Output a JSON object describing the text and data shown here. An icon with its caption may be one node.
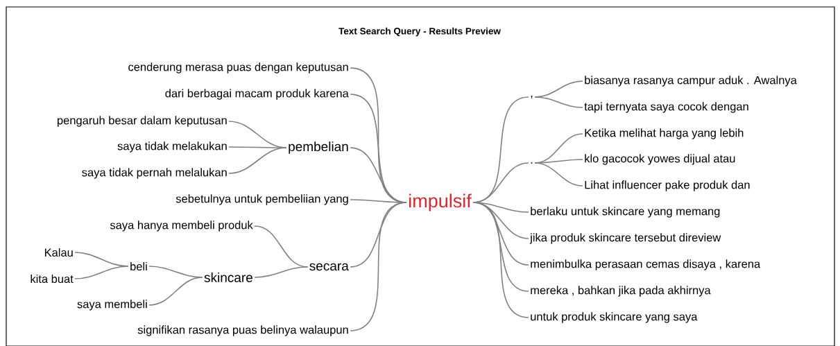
{
  "diagram": {
    "title": "Text Search Query - Results Preview",
    "nodes": [
      {
        "text": [
          "impulsif"
        ]
      },
      {
        "text": [
          "cenderung merasa puas dengan keputusan"
        ]
      },
      {
        "text": [
          "dari berbagai macam produk karena"
        ]
      },
      {
        "text": [
          "pembelian"
        ]
      },
      {
        "text": [
          "pengaruh besar dalam keputusan"
        ]
      },
      {
        "text": [
          "saya tidak melakukan"
        ]
      },
      {
        "text": [
          "saya tidak pernah melalukan"
        ]
      },
      {
        "text": [
          "sebetulnya untuk pembeliian yang"
        ]
      },
      {
        "text": [
          "secara"
        ]
      },
      {
        "text": [
          "saya hanya membeli produk"
        ]
      },
      {
        "text": [
          "skincare"
        ]
      },
      {
        "text": [
          "beli"
        ]
      },
      {
        "text": [
          "Kalau"
        ]
      },
      {
        "text": [
          "kita buat"
        ]
      },
      {
        "text": [
          "saya membeli"
        ]
      },
      {
        "text": [
          "signifikan rasanya puas belinya walaupun"
        ]
      },
      {
        "text": [
          ","
        ]
      },
      {
        "text": [
          "biasanya rasanya campur aduk . Awalnya"
        ]
      },
      {
        "text": [
          "tapi ternyata saya cocok dengan"
        ]
      },
      {
        "text": [
          "."
        ]
      },
      {
        "text": [
          "Ketika melihat harga yang lebih"
        ]
      },
      {
        "text": [
          "klo gacocok yowes dijual atau"
        ]
      },
      {
        "text": [
          "Lihat influencer pake produk dan"
        ]
      },
      {
        "text": [
          "berlaku untuk skincare yang memang"
        ]
      },
      {
        "text": [
          "jika produk skincare tersebut direview"
        ]
      },
      {
        "text": [
          "menimbulka perasaan cemas disaya , karena"
        ]
      },
      {
        "text": [
          "mereka , bahkan jika pada akhirnya"
        ]
      },
      {
        "text": [
          "untuk produk skincare yang saya"
        ]
      }
    ],
    "edges": [
      {
        "from": 0,
        "to": 1,
        "arrow": "none"
      },
      {
        "from": 0,
        "to": 2,
        "arrow": "none"
      },
      {
        "from": 0,
        "to": 3,
        "arrow": "none"
      },
      {
        "from": 3,
        "to": 4,
        "arrow": "none"
      },
      {
        "from": 3,
        "to": 5,
        "arrow": "none"
      },
      {
        "from": 3,
        "to": 6,
        "arrow": "none"
      },
      {
        "from": 0,
        "to": 7,
        "arrow": "none"
      },
      {
        "from": 0,
        "to": 8,
        "arrow": "none"
      },
      {
        "from": 8,
        "to": 9,
        "arrow": "none"
      },
      {
        "from": 8,
        "to": 10,
        "arrow": "none"
      },
      {
        "from": 10,
        "to": 11,
        "arrow": "none"
      },
      {
        "from": 11,
        "to": 12,
        "arrow": "none"
      },
      {
        "from": 11,
        "to": 13,
        "arrow": "none"
      },
      {
        "from": 10,
        "to": 14,
        "arrow": "none"
      },
      {
        "from": 0,
        "to": 15,
        "arrow": "none"
      },
      {
        "from": 0,
        "to": 16,
        "arrow": "none"
      },
      {
        "from": 16,
        "to": 17,
        "arrow": "none"
      },
      {
        "from": 16,
        "to": 18,
        "arrow": "none"
      },
      {
        "from": 0,
        "to": 19,
        "arrow": "none"
      },
      {
        "from": 19,
        "to": 20,
        "arrow": "none"
      },
      {
        "from": 19,
        "to": 21,
        "arrow": "none"
      },
      {
        "from": 19,
        "to": 22,
        "arrow": "none"
      },
      {
        "from": 0,
        "to": 23,
        "arrow": "none"
      },
      {
        "from": 0,
        "to": 24,
        "arrow": "none"
      },
      {
        "from": 0,
        "to": 25,
        "arrow": "none"
      },
      {
        "from": 0,
        "to": 26,
        "arrow": "none"
      },
      {
        "from": 0,
        "to": 27,
        "arrow": "none"
      }
    ]
  }
}
